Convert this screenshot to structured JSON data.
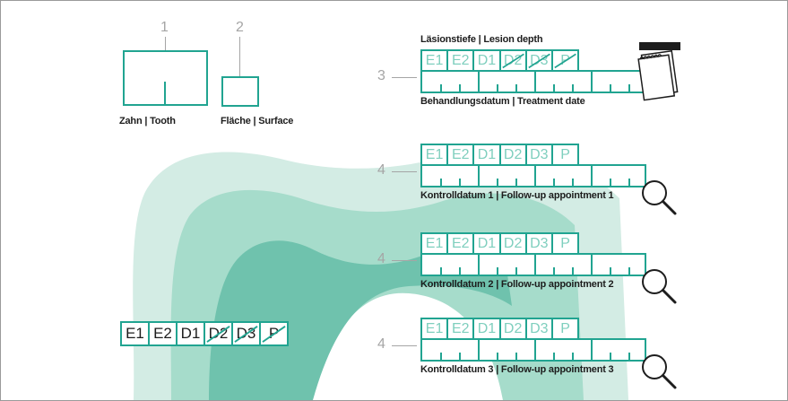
{
  "legend": {
    "tooth_number": "1",
    "surface_number": "2",
    "tooth_label": "Zahn | Tooth",
    "surface_label": "Fläche | Surface"
  },
  "example": {
    "cells": [
      "E1",
      "E2",
      "D1",
      "D2",
      "D3",
      "P"
    ],
    "struck": [
      "D2",
      "D3",
      "P"
    ]
  },
  "rows": [
    {
      "number": "3",
      "top_label": "Läsionstiefe | Lesion depth",
      "bottom_label": "Behandlungsdatum | Treatment date",
      "cells": [
        "E1",
        "E2",
        "D1",
        "D2",
        "D3",
        "P"
      ],
      "struck": [
        "D2",
        "D3",
        "P"
      ],
      "icon": "notepad-icon"
    },
    {
      "number": "4",
      "bottom_label": "Kontrolldatum 1 | Follow-up appointment 1",
      "cells": [
        "E1",
        "E2",
        "D1",
        "D2",
        "D3",
        "P"
      ],
      "icon": "magnifier-icon"
    },
    {
      "number": "4",
      "bottom_label": "Kontrolldatum 2 | Follow-up appointment 2",
      "cells": [
        "E1",
        "E2",
        "D1",
        "D2",
        "D3",
        "P"
      ],
      "icon": "magnifier-icon"
    },
    {
      "number": "4",
      "bottom_label": "Kontrolldatum 3 | Follow-up appointment 3",
      "cells": [
        "E1",
        "E2",
        "D1",
        "D2",
        "D3",
        "P"
      ],
      "icon": "magnifier-icon"
    }
  ],
  "colors": {
    "accent": "#21a491",
    "tooth_light": "#d3ece4",
    "tooth_mid": "#a6dccb",
    "tooth_dark": "#6fc2ad"
  }
}
